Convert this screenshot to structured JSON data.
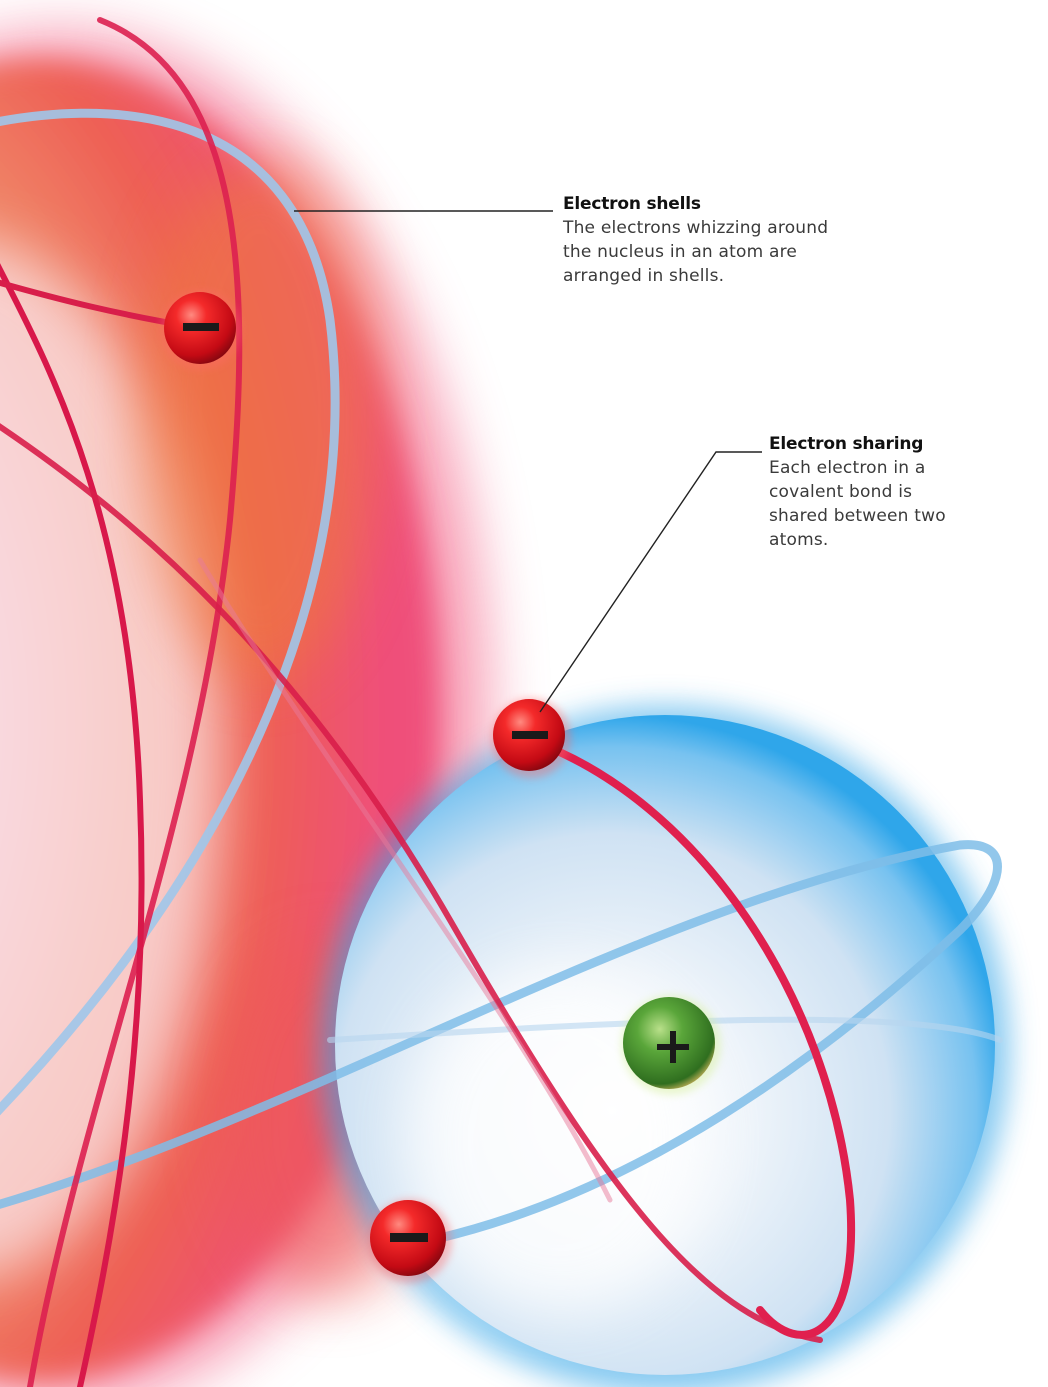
{
  "labels": {
    "electron_shells": {
      "title": "Electron shells",
      "body": "The electrons whizzing around the nucleus in an atom are arranged in shells."
    },
    "electron_sharing": {
      "title": "Electron sharing",
      "body": "Each electron in a covalent bond is shared between two atoms."
    }
  },
  "symbols": {
    "electron": "–",
    "proton": "+"
  },
  "colors": {
    "large_atom_orange": "#f07a3a",
    "large_atom_pink": "#ef5a7a",
    "small_atom_blue": "#3aa8e8",
    "red_orbit": "#d81e4a",
    "blue_orbit": "#9fc6ea",
    "electron_red": "#e0141e",
    "nucleus_green": "#3f8a2a"
  },
  "icons": [
    "electron-icon",
    "proton-icon"
  ]
}
